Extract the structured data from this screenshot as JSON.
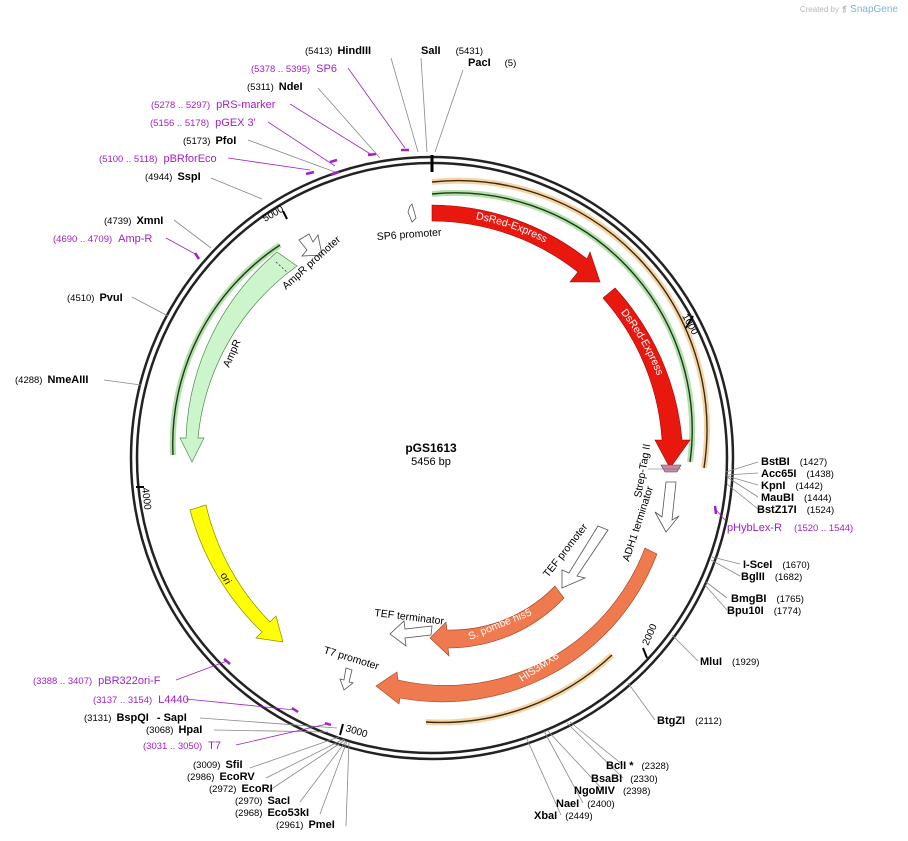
{
  "credit": {
    "prefix": "Created by",
    "brand": "SnapGene"
  },
  "plasmid": {
    "name": "pGS1613",
    "length_label": "5456 bp",
    "length": 5456
  },
  "ruler_ticks": [
    {
      "bp": 1000,
      "label": "1000"
    },
    {
      "bp": 2000,
      "label": "2000"
    },
    {
      "bp": 3000,
      "label": "3000"
    },
    {
      "bp": 4000,
      "label": "4000"
    },
    {
      "bp": 5000,
      "label": "5000"
    }
  ],
  "features": [
    {
      "name": "DsRed-Express",
      "color": "#e8180f",
      "segment": "a"
    },
    {
      "name": "DsRed-Express",
      "color": "#e8180f",
      "segment": "b"
    },
    {
      "name": "Strep-Tag II",
      "color": "#c889a8"
    },
    {
      "name": "ADH1 terminator",
      "color": "#ffffff"
    },
    {
      "name": "TEF promoter",
      "color": "#ffffff"
    },
    {
      "name": "S. pombe his5",
      "color": "#f07a50"
    },
    {
      "name": "TEF terminator",
      "color": "#ffffff"
    },
    {
      "name": "HIS3MX6",
      "color": "#f07a50"
    },
    {
      "name": "T7 promoter",
      "color": "#ffffff"
    },
    {
      "name": "ori",
      "color": "#ffff00"
    },
    {
      "name": "AmpR",
      "color": "#ccf5cc"
    },
    {
      "name": "AmpR promoter",
      "color": "#ffffff"
    },
    {
      "name": "SP6 promoter",
      "color": "#ffffff"
    }
  ],
  "enzymes": [
    {
      "name": "HindIII",
      "pos": "(5413)"
    },
    {
      "name": "SalI",
      "pos": "(5431)"
    },
    {
      "name": "PacI",
      "pos": "(5)"
    },
    {
      "name": "NdeI",
      "pos": "(5311)"
    },
    {
      "name": "PfoI",
      "pos": "(5173)"
    },
    {
      "name": "SspI",
      "pos": "(4944)"
    },
    {
      "name": "XmnI",
      "pos": "(4739)"
    },
    {
      "name": "PvuI",
      "pos": "(4510)"
    },
    {
      "name": "NmeAIII",
      "pos": "(4288)"
    },
    {
      "name": "BstBI",
      "pos": "(1427)"
    },
    {
      "name": "Acc65I",
      "pos": "(1438)"
    },
    {
      "name": "KpnI",
      "pos": "(1442)"
    },
    {
      "name": "MauBI",
      "pos": "(1444)"
    },
    {
      "name": "BstZ17I",
      "pos": "(1524)"
    },
    {
      "name": "I-SceI",
      "pos": "(1670)"
    },
    {
      "name": "BglII",
      "pos": "(1682)"
    },
    {
      "name": "BmgBI",
      "pos": "(1765)"
    },
    {
      "name": "Bpu10I",
      "pos": "(1774)"
    },
    {
      "name": "MluI",
      "pos": "(1929)"
    },
    {
      "name": "BtgZI",
      "pos": "(2112)"
    },
    {
      "name": "BclI *",
      "pos": "(2328)"
    },
    {
      "name": "BsaBI",
      "pos": "(2330)"
    },
    {
      "name": "NgoMIV",
      "pos": "(2398)"
    },
    {
      "name": "NaeI",
      "pos": "(2400)"
    },
    {
      "name": "XbaI",
      "pos": "(2449)"
    },
    {
      "name": "BspQI",
      "pos": "(3131)",
      "extra": "- SapI"
    },
    {
      "name": "HpaI",
      "pos": "(3068)"
    },
    {
      "name": "SfiI",
      "pos": "(3009)"
    },
    {
      "name": "EcoRV",
      "pos": "(2986)"
    },
    {
      "name": "EcoRI",
      "pos": "(2972)"
    },
    {
      "name": "SacI",
      "pos": "(2970)"
    },
    {
      "name": "Eco53kI",
      "pos": "(2968)"
    },
    {
      "name": "PmeI",
      "pos": "(2961)"
    }
  ],
  "primers": [
    {
      "name": "SP6",
      "pos": "(5378 .. 5395)"
    },
    {
      "name": "pRS-marker",
      "pos": "(5278 .. 5297)"
    },
    {
      "name": "pGEX 3'",
      "pos": "(5156 .. 5178)"
    },
    {
      "name": "pBRforEco",
      "pos": "(5100 .. 5118)"
    },
    {
      "name": "Amp-R",
      "pos": "(4690 .. 4709)"
    },
    {
      "name": "pHybLex-R",
      "pos": "(1520 .. 1544)"
    },
    {
      "name": "pBR322ori-F",
      "pos": "(3388 .. 3407)"
    },
    {
      "name": "L4440",
      "pos": "(3137 .. 3154)"
    },
    {
      "name": "T7",
      "pos": "(3031 .. 3050)"
    }
  ],
  "colors": {
    "primer": "#a020c8",
    "orf_outline_orange": "#e8a23a",
    "orf_outline_green": "#5cb84a",
    "backbone": "#222222"
  }
}
